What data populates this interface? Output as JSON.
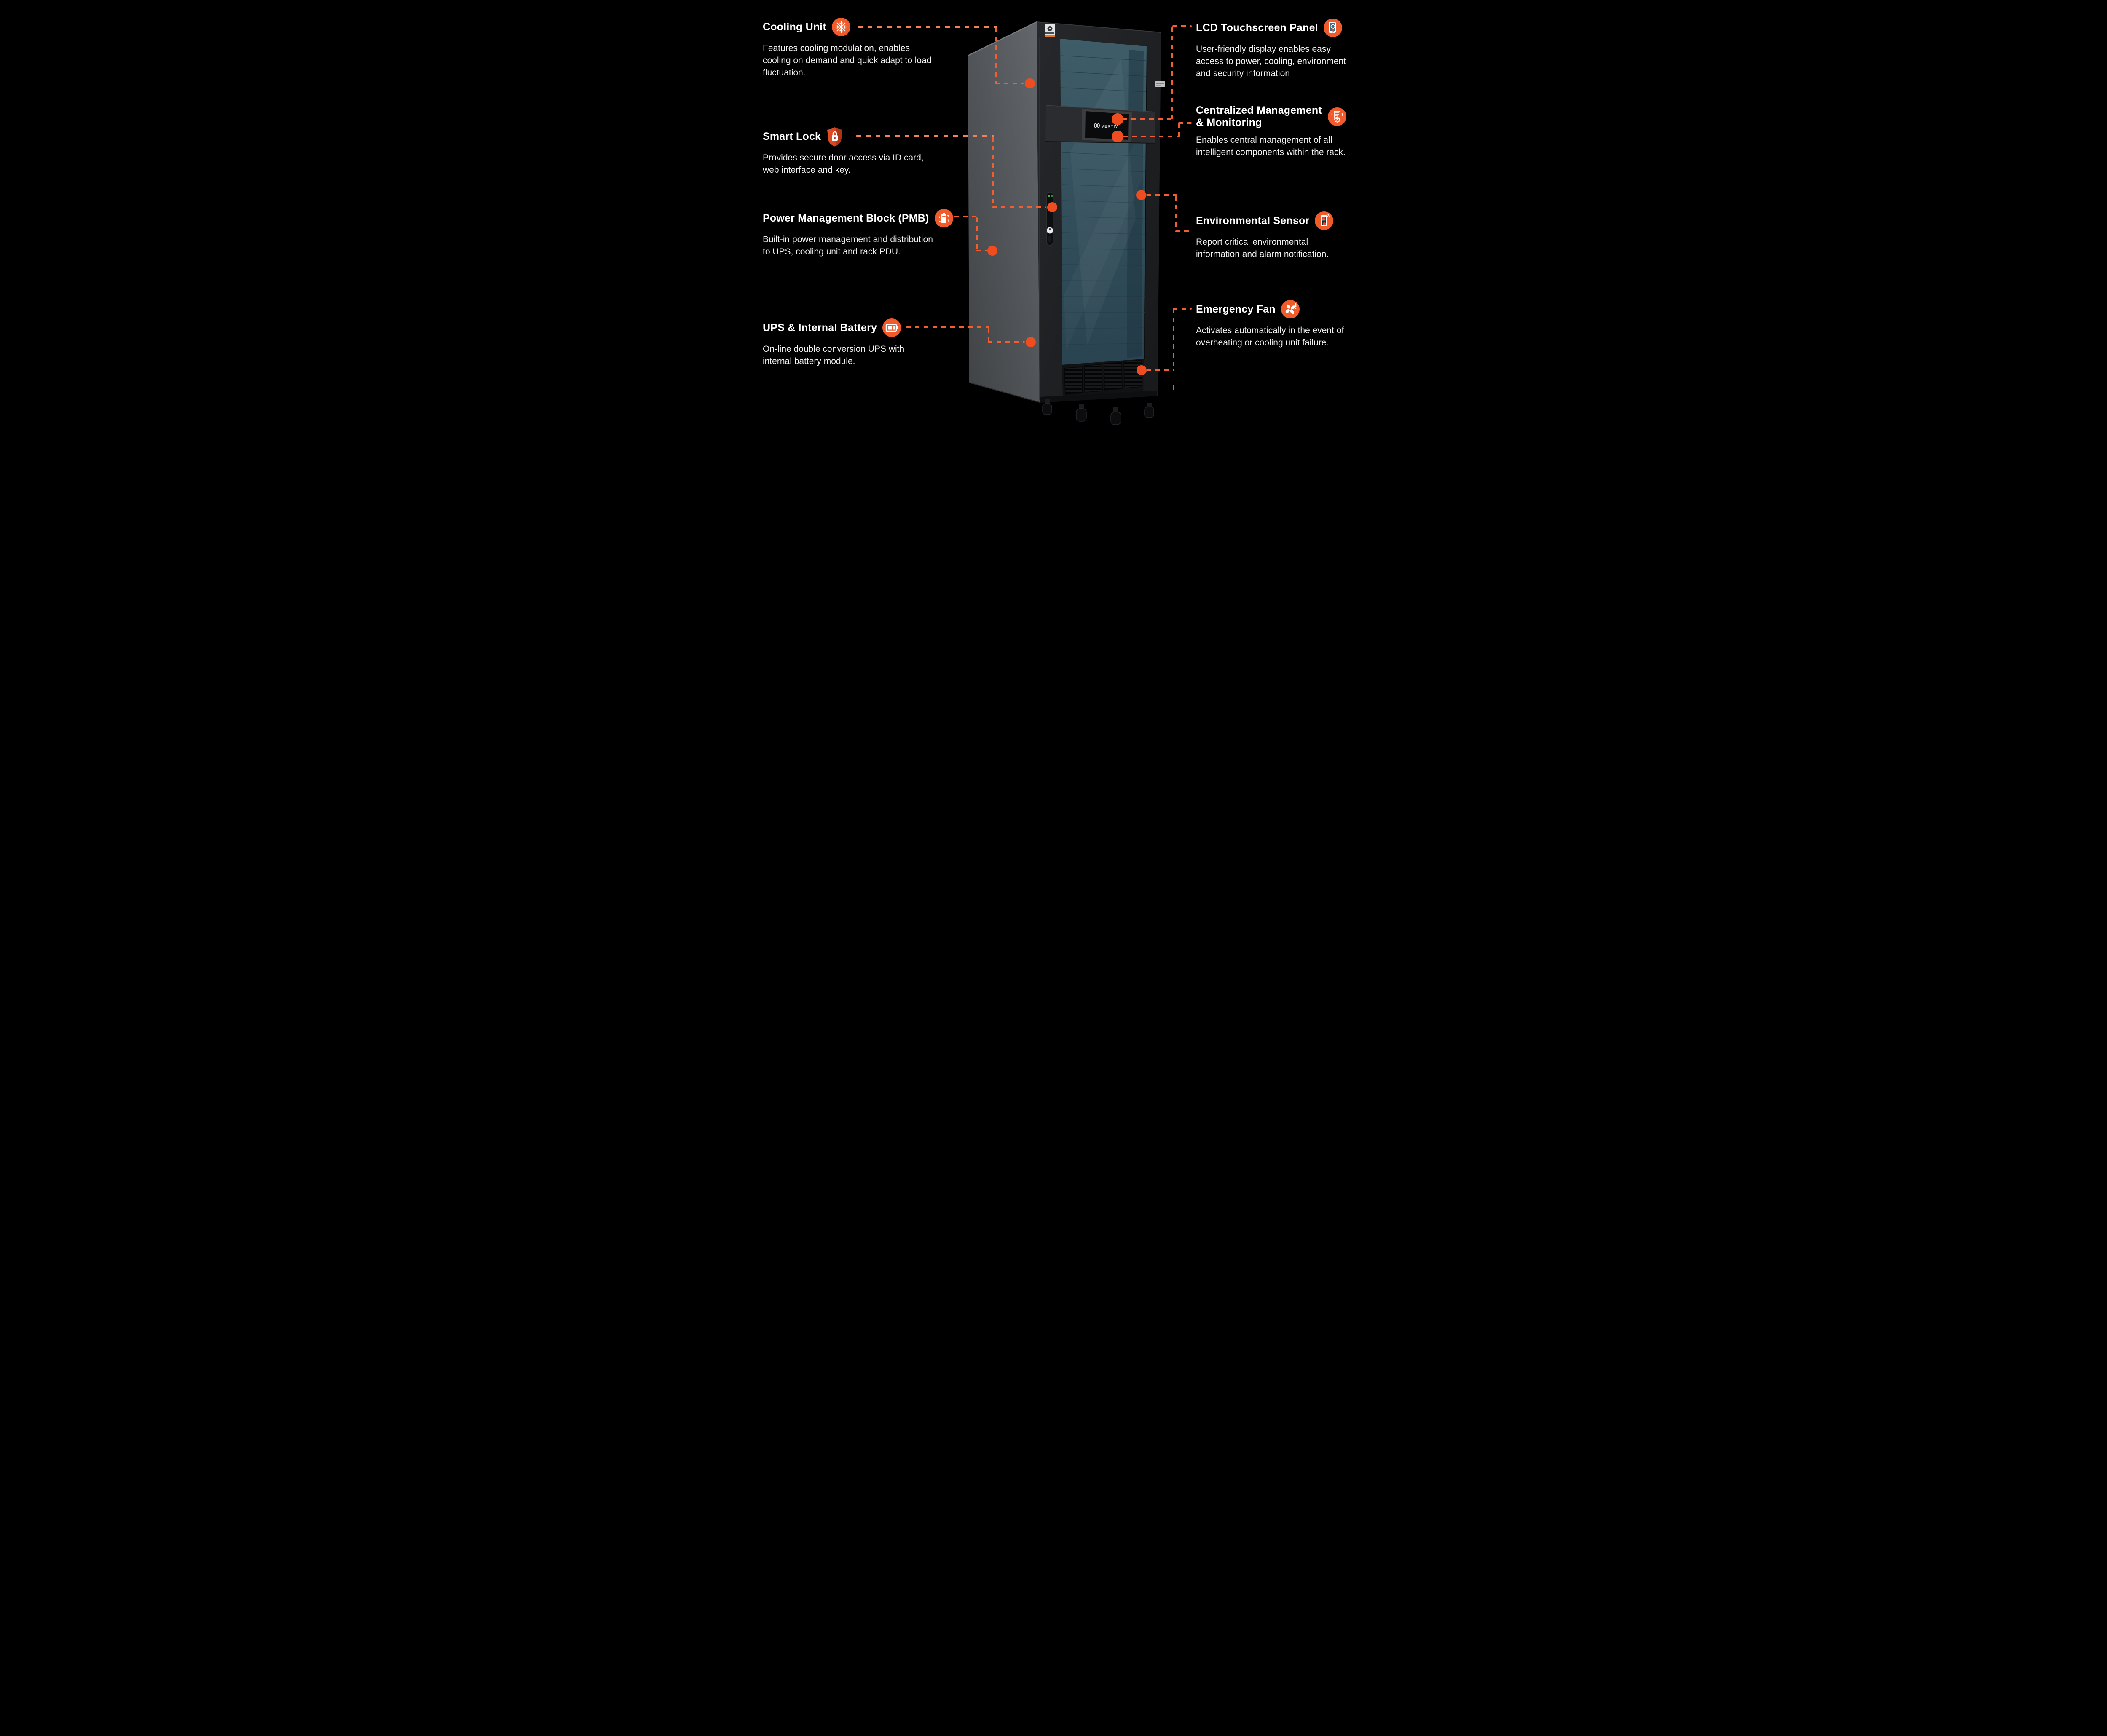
{
  "page": {
    "background": "#000000",
    "accent": "#f15f30",
    "accent_light": "#f4805a",
    "dot_color": "#ef4c20",
    "icon_circle_color": "#f15b2b",
    "text_color": "#ffffff",
    "glass_color": "#35525f"
  },
  "rack": {
    "brand": "VERTIV"
  },
  "callouts": {
    "left": [
      {
        "title": "Cooling Unit",
        "icon": "snowflake-icon",
        "description": "Features cooling modulation, enables cooling on demand and quick adapt to load fluctuation."
      },
      {
        "title": "Smart Lock",
        "icon": "lock-shield-icon",
        "description": "Provides secure door access via ID card, web interface and key."
      },
      {
        "title": "Power Management Block (PMB)",
        "icon": "power-battery-icon",
        "description": "Built-in power management and distribution to UPS, cooling unit and rack PDU."
      },
      {
        "title": "UPS & Internal Battery",
        "icon": "battery-icon",
        "description": "On-line double conversion UPS with internal battery module."
      }
    ],
    "right": [
      {
        "title": "LCD Touchscreen Panel",
        "icon": "touchscreen-icon",
        "description": "User-friendly display enables easy access to power, cooling, environment and security information"
      },
      {
        "title": "Centralized Management & Monitoring",
        "icon": "management-monitoring-icon",
        "description": "Enables central management of all intelligent components within the rack."
      },
      {
        "title": "Environmental Sensor",
        "icon": "sensor-alert-icon",
        "description": "Report critical environmental information and alarm notification."
      },
      {
        "title": "Emergency Fan",
        "icon": "fan-alert-icon",
        "description": "Activates automatically in the event of overheating or cooling unit failure."
      }
    ]
  }
}
